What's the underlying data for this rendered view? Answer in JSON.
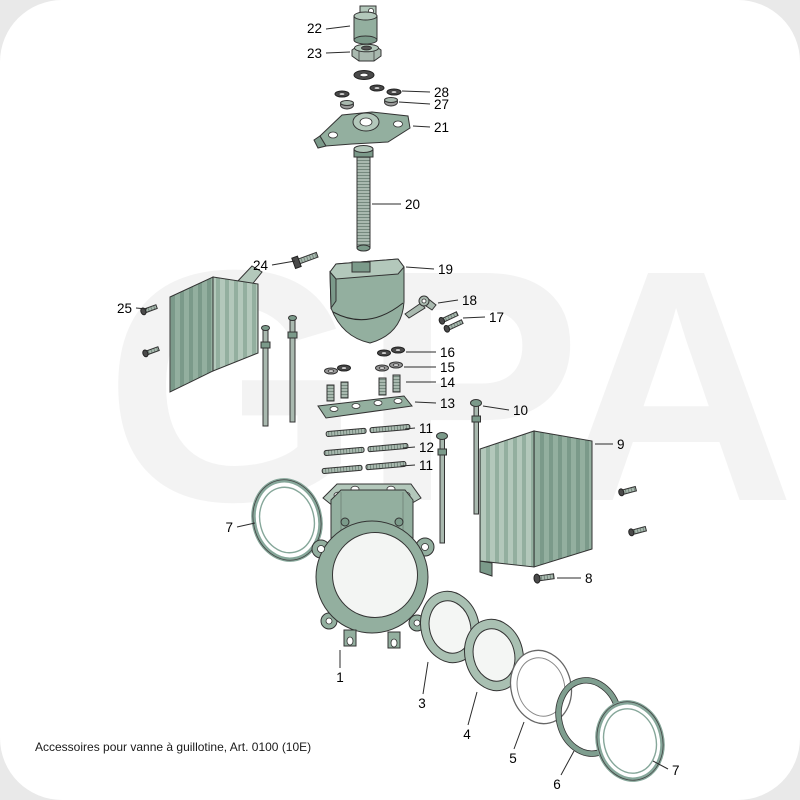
{
  "caption": "Accessoires pour vanne à guillotine, Art. 0100 (10E)",
  "watermark": "GPA",
  "colors": {
    "part_green": "#93af9f",
    "part_green_dark": "#7b9a8a",
    "part_green_light": "#b3c8bb",
    "metal_gray": "#a9b9af",
    "outline": "#333333",
    "gasket_rim": "#86a79a",
    "background": "#e9e9e9",
    "sheet": "#ffffff"
  },
  "labels": {
    "p1": "1",
    "p3": "3",
    "p4": "4",
    "p5": "5",
    "p6": "6",
    "p7": "7",
    "p8": "8",
    "p9": "9",
    "p10": "10",
    "p11": "11",
    "p12": "12",
    "p13": "13",
    "p14": "14",
    "p15": "15",
    "p16": "16",
    "p17": "17",
    "p18": "18",
    "p19": "19",
    "p20": "20",
    "p21": "21",
    "p22": "22",
    "p23": "23",
    "p24": "24",
    "p25": "25",
    "p27": "27",
    "p28": "28"
  }
}
